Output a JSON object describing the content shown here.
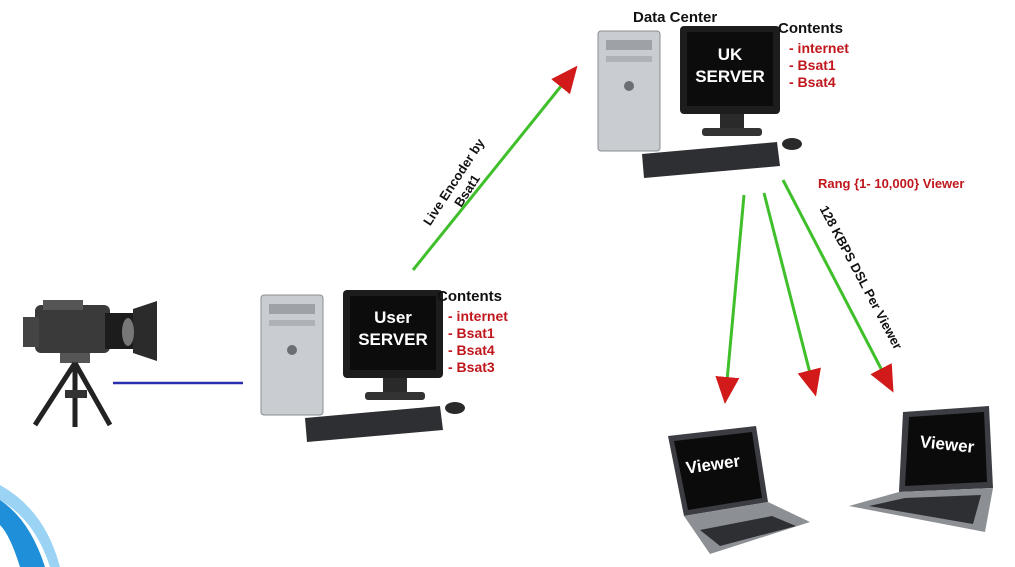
{
  "uk_server": {
    "heading": "Data Center",
    "screen_label": [
      "UK",
      "SERVER"
    ],
    "contents_title": "Contents",
    "contents": [
      "- internet",
      "- Bsat1",
      "- Bsat4"
    ]
  },
  "user_server": {
    "screen_label": [
      "User",
      "SERVER"
    ],
    "contents_title": "Contents",
    "contents": [
      "- internet",
      "- Bsat1",
      "- Bsat4",
      "- Bsat3"
    ]
  },
  "encoder_link": {
    "label_line1": "Live Encoder by",
    "label_line2": "Bsat1"
  },
  "viewer_range": "Rang {1- 10,000} Viewer",
  "bandwidth_label": "128 KBPS DSL Per Viewer",
  "viewers": [
    "Viewer",
    "Viewer"
  ],
  "colors": {
    "arrow_green": "#3fbf2a",
    "camera_line": "#2a2fb0",
    "accent_red": "#c0171d",
    "swoosh": "#1e8fd8"
  }
}
